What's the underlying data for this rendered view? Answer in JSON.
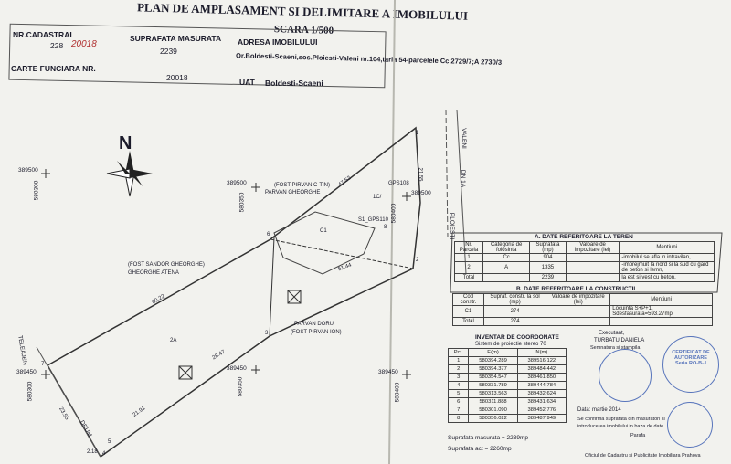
{
  "header": {
    "title": "PLAN DE AMPLASAMENT SI DELIMITARE A IMOBILULUI",
    "scale": "SCARA 1/500",
    "cad_label": "NR.CADASTRAL",
    "cad_value": "228",
    "cad_handwritten": "20018",
    "surface_label": "SUPRAFATA MASURATA",
    "surface_value": "2239",
    "address_label": "ADRESA IMOBILULUI",
    "address_value": "Or.Boldesti-Scaeni,sos.Ploiesti-Valeni nr.104,tarla 54-parcelele Cc 2729/7;A 2730/3",
    "cf_label": "CARTE FUNCIARA NR.",
    "cf_value": "20018",
    "uat_label": "UAT",
    "uat_value": "Boldesti-Scaeni"
  },
  "plan": {
    "north": "N",
    "coord_tl_x": "389500",
    "coord_tl_y": "580300",
    "coord_mid_x": "389500",
    "coord_mid_y": "580350",
    "coord_r_x": "389500",
    "coord_r_y": "580400",
    "coord_l_x": "389450",
    "coord_l_y": "580300",
    "coord_bm_x": "389450",
    "coord_bm_y": "580350",
    "coord_br_x": "389450",
    "coord_br_y": "580400",
    "neighbor_top": "(FOST PIRVAN C-TIN)",
    "neighbor_top2": "PARVAN GHEORGHE",
    "neighbor_left": "(FOST SANDOR GHEORGHE)",
    "neighbor_left2": "GHEORGHE ATENA",
    "neighbor_bottom": "PARVAN DORU",
    "neighbor_bottom2": "(FOST PIRVAN ION)",
    "road_right": "VALENI",
    "road_right2": "DN 1A",
    "road_right3": "PLOIESTI",
    "road_left": "TELEAJEN",
    "road_left2": "DRUM",
    "gps1": "GPS108",
    "gps2": "S1_GPS110",
    "bldg": "C1",
    "bldg2": "1C/",
    "len1": "47.52",
    "len2": "21.55",
    "len3": "60.22",
    "len4": "51.44",
    "len5": "28.47",
    "len6": "21.91",
    "len7": "23.55",
    "len8": "2.18",
    "p1": "1",
    "p2": "2",
    "p3": "3",
    "p4": "4",
    "p5": "5",
    "p6": "6",
    "p7": "7",
    "p8": "8",
    "parcel2": "2A"
  },
  "tableA": {
    "title": "A. DATE REFERITOARE LA TEREN",
    "headers": [
      "Nr. Parcela",
      "Categoria de folosinta",
      "Suprafata (mp)",
      "Valoare de impozitare (lei)",
      "Mentiuni"
    ],
    "rows": [
      [
        "1",
        "Cc",
        "904",
        "",
        "-imobilul se afla in intravilan,"
      ],
      [
        "2",
        "A",
        "1335",
        "",
        "-imprejmuit la nord si la sud cu gard de beton si lemn,"
      ],
      [
        "Total",
        "",
        "2239",
        "",
        "la est si vest cu beton."
      ]
    ]
  },
  "tableB": {
    "title": "B. DATE REFERITOARE LA CONSTRUCTII",
    "headers": [
      "Cod constr.",
      "Supraf. constr. la sol (mp)",
      "Valoare de impozitare (lei)",
      "Mentiuni"
    ],
    "rows": [
      [
        "C1",
        "274",
        "",
        "Locuinta S+P+1, Sdesfasurata=593.27mp"
      ],
      [
        "Total",
        "274",
        "",
        ""
      ]
    ]
  },
  "inventory": {
    "title": "INVENTAR DE COORDONATE",
    "subtitle": "Sistem de proiectie stereo 70",
    "headers": [
      "Pct.",
      "E(m)",
      "N(m)"
    ],
    "rows": [
      [
        "1",
        "580394.289",
        "389516.122"
      ],
      [
        "2",
        "580394.377",
        "389484.442"
      ],
      [
        "3",
        "580354.547",
        "389461.850"
      ],
      [
        "4",
        "580331.789",
        "389444.784"
      ],
      [
        "5",
        "580313.563",
        "389432.624"
      ],
      [
        "6",
        "580311.888",
        "389431.634"
      ],
      [
        "7",
        "580301.090",
        "389452.776"
      ],
      [
        "8",
        "580356.022",
        "389487.949"
      ]
    ]
  },
  "notes": {
    "measured": "Suprafata masurata = 2239mp",
    "act": "Suprafata act = 2260mp",
    "executant": "Executant,",
    "executant_name": "TURBATU DANIELA",
    "executant_sign": "Semnatura si stampila",
    "date": "Data: martie 2014",
    "confirm": "Se confirma suprafata din masuratori si",
    "confirm2": "introducerea imobilului in baza de date",
    "parafa": "Parafa",
    "stamp_cert": "CERTIFICAT DE AUTORIZARE",
    "stamp_cert2": "Seria RO-B-J",
    "footer": "Oficiul de Cadastru si Publicitate Imobiliara Prahova"
  },
  "colors": {
    "ink": "#1b1b2a",
    "stamp": "#3d5fb3",
    "paper": "#f2f2ee"
  }
}
